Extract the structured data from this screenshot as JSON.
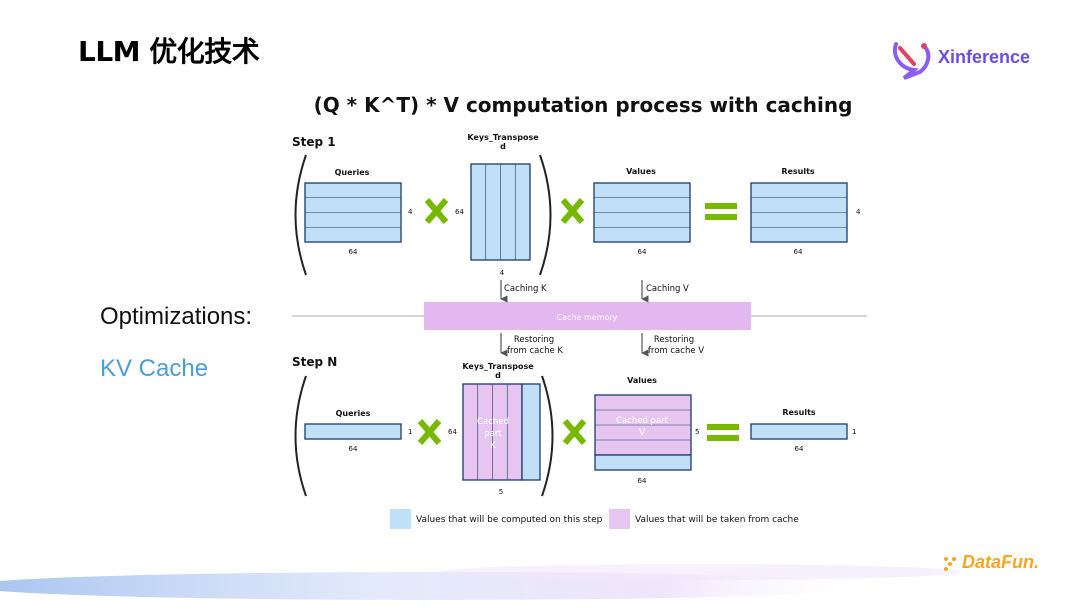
{
  "slide": {
    "title": "LLM 优化技术",
    "optimizations_label": "Optimizations:",
    "technique_label": "KV Cache"
  },
  "brand": {
    "logo_text": "Xinference",
    "footer_logo_text": "DataFun."
  },
  "diagram": {
    "title": "(Q * K^T) * V computation process with caching",
    "step1": {
      "label": "Step 1",
      "queries": {
        "label": "Queries",
        "rows_dim": "4",
        "cols_dim": "64"
      },
      "keys": {
        "label_line1": "Keys_Transpose",
        "label_line2": "d",
        "rows_dim": "64",
        "cols_dim": "4"
      },
      "values": {
        "label": "Values",
        "cols_dim": "64"
      },
      "results": {
        "label": "Results",
        "rows_dim": "4",
        "cols_dim": "64"
      }
    },
    "cache": {
      "memory_label": "Cache memory",
      "caching_k": "Caching K",
      "caching_v": "Caching V",
      "restoring_k_line1": "Restoring",
      "restoring_k_line2": "from cache K",
      "restoring_v_line1": "Restoring",
      "restoring_v_line2": "from cache V"
    },
    "stepN": {
      "label": "Step N",
      "queries": {
        "label": "Queries",
        "rows_dim": "1",
        "cols_dim": "64"
      },
      "keys": {
        "label_line1": "Keys_Transpose",
        "label_line2": "d",
        "rows_dim": "64",
        "cols_dim": "5",
        "cached_line1": "Cached",
        "cached_line2": "part",
        "cached_line3": "K"
      },
      "values": {
        "label": "Values",
        "rows_dim": "5",
        "cols_dim": "64",
        "cached_line1": "Cached part",
        "cached_line2": "V"
      },
      "results": {
        "label": "Results",
        "rows_dim": "1",
        "cols_dim": "64"
      }
    },
    "legend": {
      "computed": "Values that will be computed on this step",
      "cached": "Values that will be taken from cache"
    },
    "colors": {
      "computed_fill": "#bfe0f7",
      "cached_fill": "#e6c6f0",
      "cache_bar": "#e3b8f0",
      "operator_green": "#76b900",
      "border": "#1e3a6e"
    }
  }
}
